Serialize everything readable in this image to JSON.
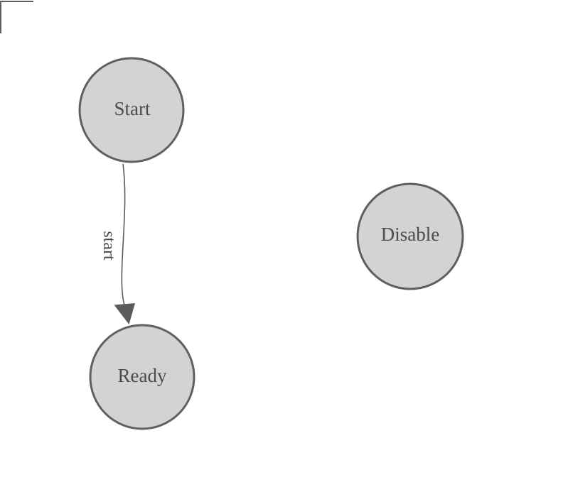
{
  "colors": {
    "background": "#ffffff",
    "node_fill": "#d3d3d3",
    "node_stroke": "#5f5f5f",
    "node_label": "#4c4c4c",
    "edge_stroke": "#5b5b5b",
    "edge_label": "#4c4c4c",
    "corner_stroke": "#5e5e5e"
  },
  "graph": {
    "nodes": [
      {
        "id": "start",
        "label": "Start"
      },
      {
        "id": "ready",
        "label": "Ready"
      },
      {
        "id": "disable",
        "label": "Disable"
      }
    ],
    "edges": [
      {
        "from": "start",
        "to": "ready",
        "label": "start"
      }
    ]
  }
}
